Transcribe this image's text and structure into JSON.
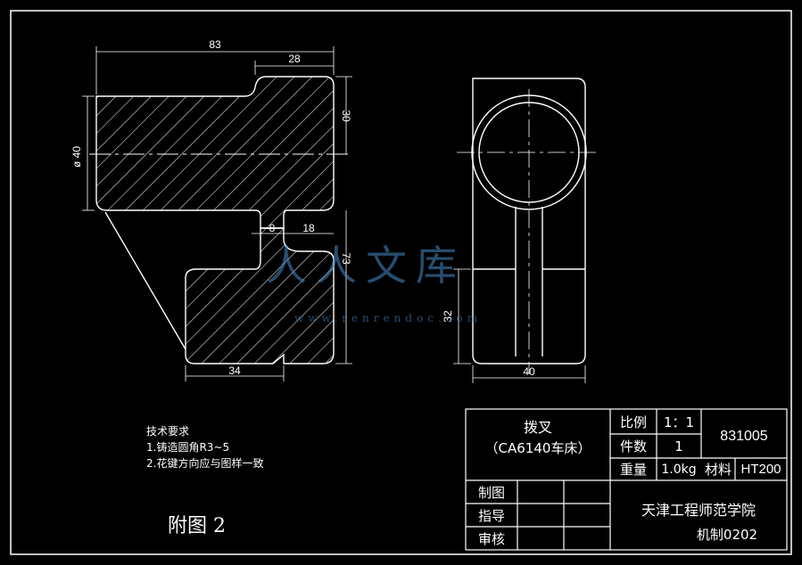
{
  "dimensions": {
    "width_total": "83",
    "width_top": "28",
    "height_top": "30",
    "diameter": "ø 40",
    "slot_width": "8",
    "slot_offset": "18",
    "height_overall": "73",
    "width_bottom": "34",
    "height_side": "32",
    "width_side": "40"
  },
  "notes": {
    "heading": "技术要求",
    "item1": "1.铸造圆角R3~5",
    "item2": "2.花键方向应与图样一致"
  },
  "figure_label": "附图 2",
  "title_block": {
    "part_name": "拨叉",
    "machine": "（CA6140车床）",
    "scale_label": "比例",
    "scale_value": "1：1",
    "qty_label": "件数",
    "qty_value": "1",
    "weight_label": "重量",
    "weight_value": "1.0kg",
    "material_label": "材料",
    "material_value": "HT200",
    "drawing_no": "831005",
    "draw_label": "制图",
    "trace_label": "指导",
    "check_label": "审核",
    "school": "天津工程师范学院",
    "class_name": "机制0202"
  },
  "watermark": {
    "text": "人人文库",
    "url": "www.renrendoc.com"
  },
  "colors": {
    "background": "#000000",
    "lines": "#ffffff",
    "watermark": "#468cc8"
  }
}
